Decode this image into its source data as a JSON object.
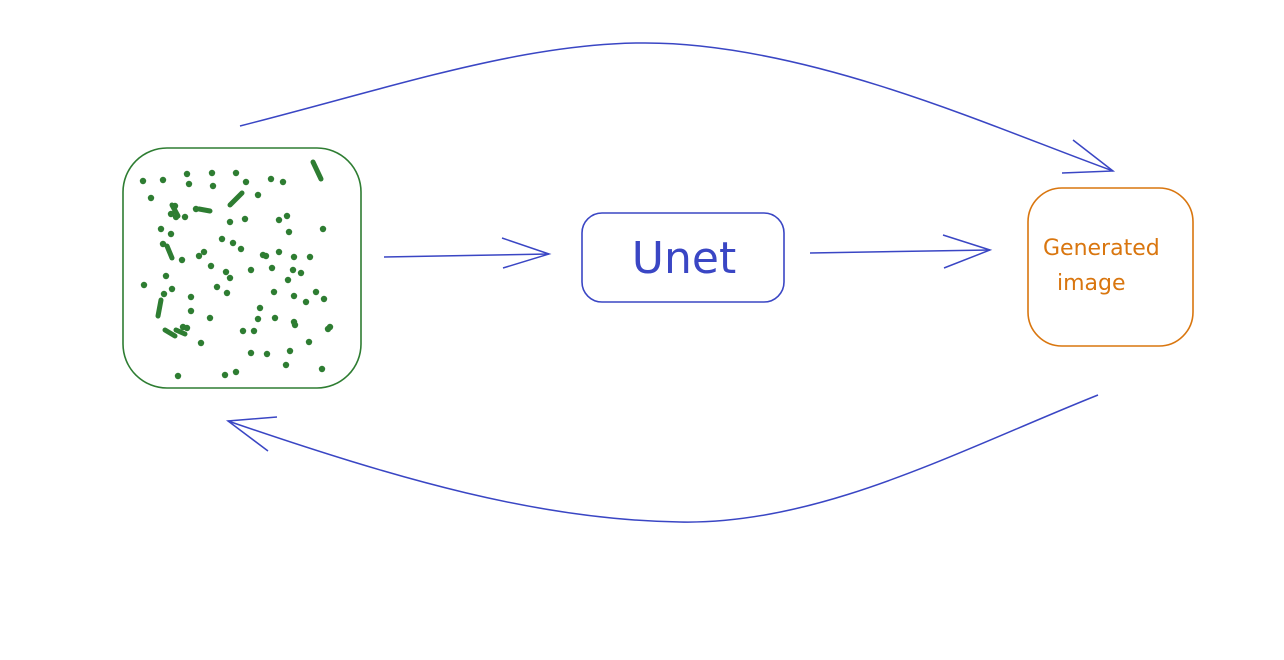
{
  "colors": {
    "noise": "#2e7d32",
    "unet": "#3a46c4",
    "generated": "#d9760f",
    "arrow": "#3a46c4",
    "background": "#ffffff"
  },
  "nodes": {
    "noise_image": {
      "label": "",
      "icon": "noise-dots"
    },
    "unet": {
      "label": "Unet"
    },
    "generated_image": {
      "line1": "Generated",
      "line2": "image"
    }
  },
  "edges": [
    {
      "from": "noise_image",
      "to": "unet"
    },
    {
      "from": "unet",
      "to": "generated_image"
    },
    {
      "from": "noise_image",
      "to": "generated_image"
    },
    {
      "from": "generated_image",
      "to": "noise_image"
    }
  ]
}
